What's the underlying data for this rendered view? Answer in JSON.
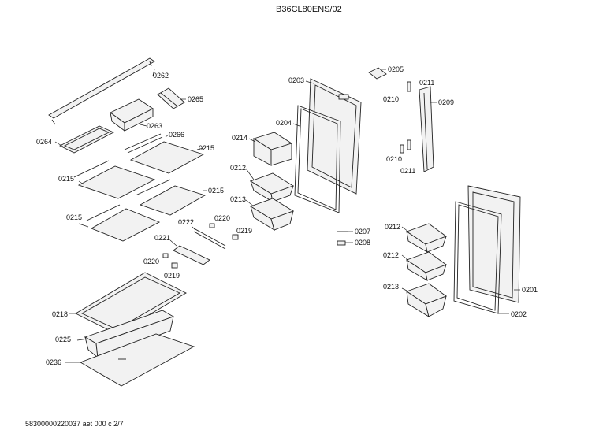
{
  "title": "B36CL80ENS/02",
  "footer": "58300000220037 aet 000 c 2/7",
  "callouts": {
    "c0262": "0262",
    "c0265": "0265",
    "c0263": "0263",
    "c0264": "0264",
    "c0266": "0266",
    "c0215a": "0215",
    "c0215b": "0215",
    "c0215c": "0215",
    "c0215d": "0215",
    "c0222": "0222",
    "c0220a": "0220",
    "c0219a": "0219",
    "c0221": "0221",
    "c0220b": "0220",
    "c0219b": "0219",
    "c0218": "0218",
    "c0225": "0225",
    "c0236": "0236",
    "c0203": "0203",
    "c0204": "0204",
    "c0214": "0214",
    "c0212a": "0212",
    "c0213a": "0213",
    "c0205": "0205",
    "c0211a": "0211",
    "c0210a": "0210",
    "c0209": "0209",
    "c0210b": "0210",
    "c0211b": "0211",
    "c0207": "0207",
    "c0208": "0208",
    "c0212b": "0212",
    "c0212c": "0212",
    "c0213b": "0213",
    "c0201": "0201",
    "c0202": "0202"
  }
}
